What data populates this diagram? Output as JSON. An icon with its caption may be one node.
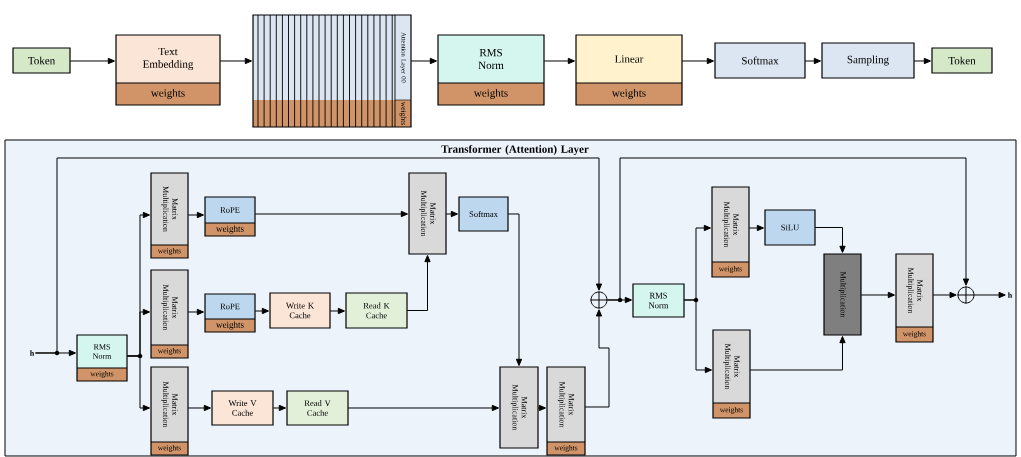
{
  "diagram": {
    "nodes": [
      {
        "text": [
          "Token"
        ]
      },
      {
        "text": [
          "Text Embedding",
          "weights"
        ]
      },
      {
        "text": [
          "Attention Layer 00",
          "weights"
        ]
      },
      {
        "text": [
          "RMS Norm",
          "weights"
        ]
      },
      {
        "text": [
          "Linear",
          "weights"
        ]
      },
      {
        "text": [
          "Softmax"
        ]
      },
      {
        "text": [
          "Sampling"
        ]
      },
      {
        "text": [
          "Token"
        ]
      },
      {
        "text": [
          "Transformer (Attention) Layer"
        ]
      },
      {
        "text": [
          "h"
        ],
        "in": 8
      },
      {
        "text": [
          "RMS Norm",
          "weights"
        ],
        "in": 8
      },
      {
        "text": [
          "Matrix Multiplication",
          "weights"
        ],
        "in": 8
      },
      {
        "text": [
          "RoPE",
          "weights"
        ],
        "in": 8
      },
      {
        "text": [
          "Matrix Multiplication",
          "weights"
        ],
        "in": 8
      },
      {
        "text": [
          "RoPE",
          "weights"
        ],
        "in": 8
      },
      {
        "text": [
          "Write K Cache"
        ],
        "in": 8
      },
      {
        "text": [
          "Read K Cache"
        ],
        "in": 8
      },
      {
        "text": [
          "Matrix Multiplication",
          "weights"
        ],
        "in": 8
      },
      {
        "text": [
          "Write V Cache"
        ],
        "in": 8
      },
      {
        "text": [
          "Read V Cache"
        ],
        "in": 8
      },
      {
        "text": [
          "Matrix Multiplication"
        ],
        "in": 8
      },
      {
        "text": [
          "Softmax"
        ],
        "in": 8
      },
      {
        "text": [
          "Matrix Multiplication"
        ],
        "in": 8
      },
      {
        "text": [
          "Matrix Multiplication",
          "weights"
        ],
        "in": 8
      },
      {
        "text": [],
        "shape": "circle",
        "in": 8
      },
      {
        "text": [
          "RMS Norm"
        ],
        "in": 8
      },
      {
        "text": [
          "Matrix Multiplication",
          "weights"
        ],
        "in": 8
      },
      {
        "text": [
          "SiLU"
        ],
        "in": 8
      },
      {
        "text": [
          "Multiplication"
        ],
        "in": 8
      },
      {
        "text": [
          "Matrix Multiplication",
          "weights"
        ],
        "in": 8
      },
      {
        "text": [
          "Matrix Multiplication",
          "weights"
        ],
        "in": 8
      },
      {
        "text": [],
        "shape": "circle",
        "in": 8
      },
      {
        "text": [
          "h"
        ],
        "in": 8
      }
    ],
    "edges": [
      {
        "from": 0,
        "to": 1,
        "arrow": "to"
      },
      {
        "from": 1,
        "to": 2,
        "arrow": "to"
      },
      {
        "from": 2,
        "to": 3,
        "arrow": "to"
      },
      {
        "from": 3,
        "to": 4,
        "arrow": "to"
      },
      {
        "from": 4,
        "to": 5,
        "arrow": "to"
      },
      {
        "from": 5,
        "to": 6,
        "arrow": "to"
      },
      {
        "from": 6,
        "to": 7,
        "arrow": "to"
      },
      {
        "from": 9,
        "to": 10,
        "arrow": "to"
      },
      {
        "from": 9,
        "to": 24,
        "arrow": "to"
      },
      {
        "from": 10,
        "to": 11,
        "arrow": "to"
      },
      {
        "from": 10,
        "to": 13,
        "arrow": "to"
      },
      {
        "from": 10,
        "to": 17,
        "arrow": "to"
      },
      {
        "from": 11,
        "to": 12,
        "arrow": "to"
      },
      {
        "from": 12,
        "to": 20,
        "arrow": "to"
      },
      {
        "from": 13,
        "to": 14,
        "arrow": "to"
      },
      {
        "from": 14,
        "to": 15,
        "arrow": "to"
      },
      {
        "from": 15,
        "to": 16,
        "arrow": "to"
      },
      {
        "from": 16,
        "to": 20,
        "arrow": "to"
      },
      {
        "from": 17,
        "to": 18,
        "arrow": "to"
      },
      {
        "from": 18,
        "to": 19,
        "arrow": "to"
      },
      {
        "from": 19,
        "to": 22,
        "arrow": "to"
      },
      {
        "from": 20,
        "to": 21,
        "arrow": "to"
      },
      {
        "from": 21,
        "to": 22,
        "arrow": "to"
      },
      {
        "from": 22,
        "to": 23,
        "arrow": "to"
      },
      {
        "from": 23,
        "to": 24,
        "arrow": "to"
      },
      {
        "from": 24,
        "to": 25,
        "arrow": "to"
      },
      {
        "from": 24,
        "to": 31,
        "arrow": "to"
      },
      {
        "from": 25,
        "to": 26,
        "arrow": "to"
      },
      {
        "from": 25,
        "to": 29,
        "arrow": "to"
      },
      {
        "from": 26,
        "to": 27,
        "arrow": "to"
      },
      {
        "from": 27,
        "to": 28,
        "arrow": "to"
      },
      {
        "from": 29,
        "to": 28,
        "arrow": "to"
      },
      {
        "from": 28,
        "to": 30,
        "arrow": "to"
      },
      {
        "from": 30,
        "to": 31,
        "arrow": "to"
      },
      {
        "from": 31,
        "to": 32,
        "arrow": "to"
      }
    ]
  }
}
